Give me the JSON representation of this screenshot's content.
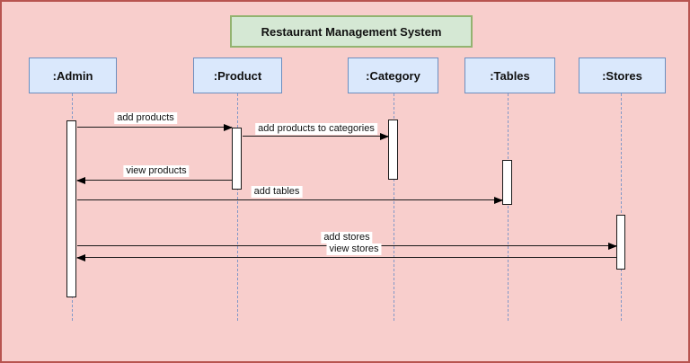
{
  "diagram": {
    "type": "uml-sequence",
    "title": "Restaurant Management System",
    "actors": [
      {
        "label": ":Admin"
      },
      {
        "label": ":Product"
      },
      {
        "label": ":Category"
      },
      {
        "label": ":Tables"
      },
      {
        "label": ":Stores"
      }
    ],
    "messages": [
      {
        "label": "add products",
        "from": ":Admin",
        "to": ":Product",
        "direction": "right"
      },
      {
        "label": "add products to categories",
        "from": ":Product",
        "to": ":Category",
        "direction": "right"
      },
      {
        "label": "view products",
        "from": ":Product",
        "to": ":Admin",
        "direction": "left"
      },
      {
        "label": "add tables",
        "from": ":Admin",
        "to": ":Tables",
        "direction": "right"
      },
      {
        "label": "add stores",
        "from": ":Admin",
        "to": ":Stores",
        "direction": "right"
      },
      {
        "label": "view stores",
        "from": ":Stores",
        "to": ":Admin",
        "direction": "left"
      }
    ],
    "colors": {
      "background": "#f8cecc",
      "canvas_border": "#b85450",
      "actor_fill": "#dae8fc",
      "actor_border": "#6c8ebf",
      "title_fill": "#d5e8d4",
      "title_border": "#93b370",
      "lifeline": "#8298c8",
      "message_line": "#1a1a1a",
      "activation_fill": "#ffffff"
    }
  }
}
